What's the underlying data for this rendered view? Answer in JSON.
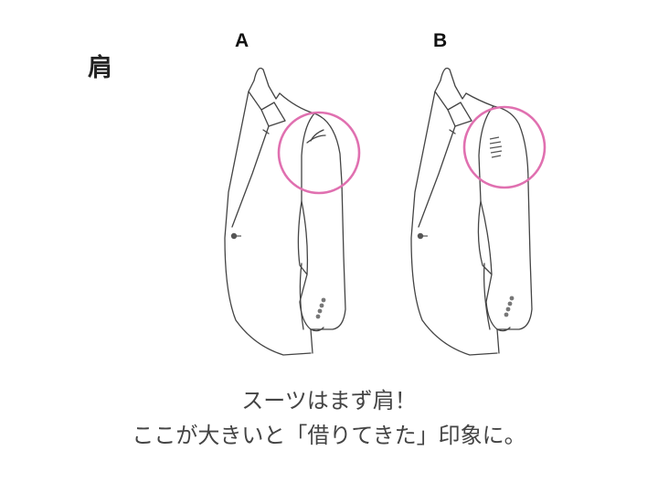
{
  "heading": "肩",
  "figures": [
    {
      "label": "A"
    },
    {
      "label": "B"
    }
  ],
  "caption": {
    "line1": "スーツはまず肩！",
    "line2": "ここが大きいと「借りてきた」印象に。"
  },
  "colors": {
    "highlight_circle": "#e070b0",
    "line": "#444444"
  }
}
